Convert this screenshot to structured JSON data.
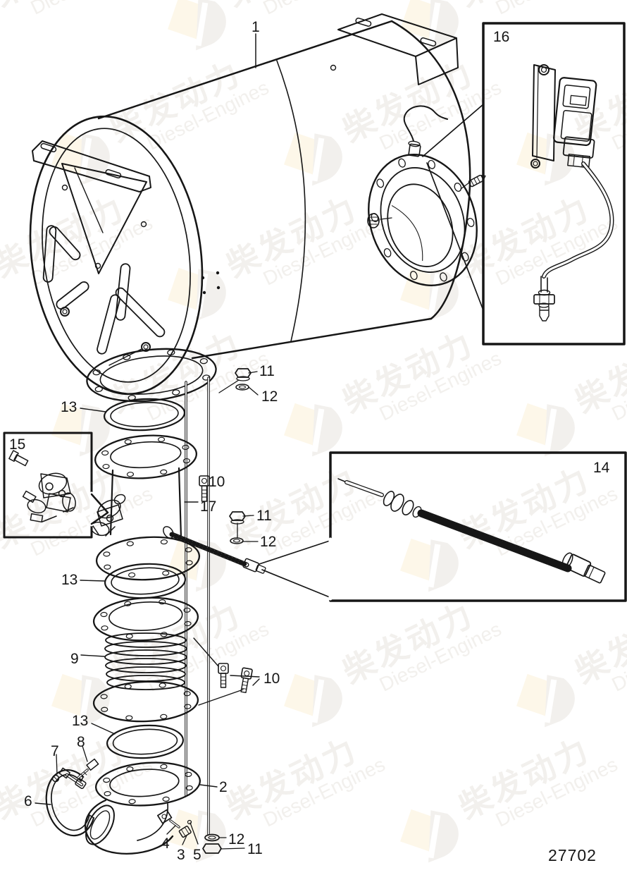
{
  "drawing": {
    "number": "27702"
  },
  "watermark": {
    "cn": "柴发动力",
    "en": "Diesel-Engines",
    "text_color": "#f2f0ed",
    "diamond_color": "#fdf7e9"
  },
  "line_color": "#161616",
  "callouts": [
    {
      "label": "1"
    },
    {
      "label": "16"
    },
    {
      "label": "11"
    },
    {
      "label": "12"
    },
    {
      "label": "13"
    },
    {
      "label": "15"
    },
    {
      "label": "10"
    },
    {
      "label": "17"
    },
    {
      "label": "11"
    },
    {
      "label": "12"
    },
    {
      "label": "14"
    },
    {
      "label": "13"
    },
    {
      "label": "9"
    },
    {
      "label": "10"
    },
    {
      "label": "13"
    },
    {
      "label": "8"
    },
    {
      "label": "7"
    },
    {
      "label": "6"
    },
    {
      "label": "2"
    },
    {
      "label": "4"
    },
    {
      "label": "3"
    },
    {
      "label": "5"
    },
    {
      "label": "12"
    },
    {
      "label": "11"
    }
  ]
}
